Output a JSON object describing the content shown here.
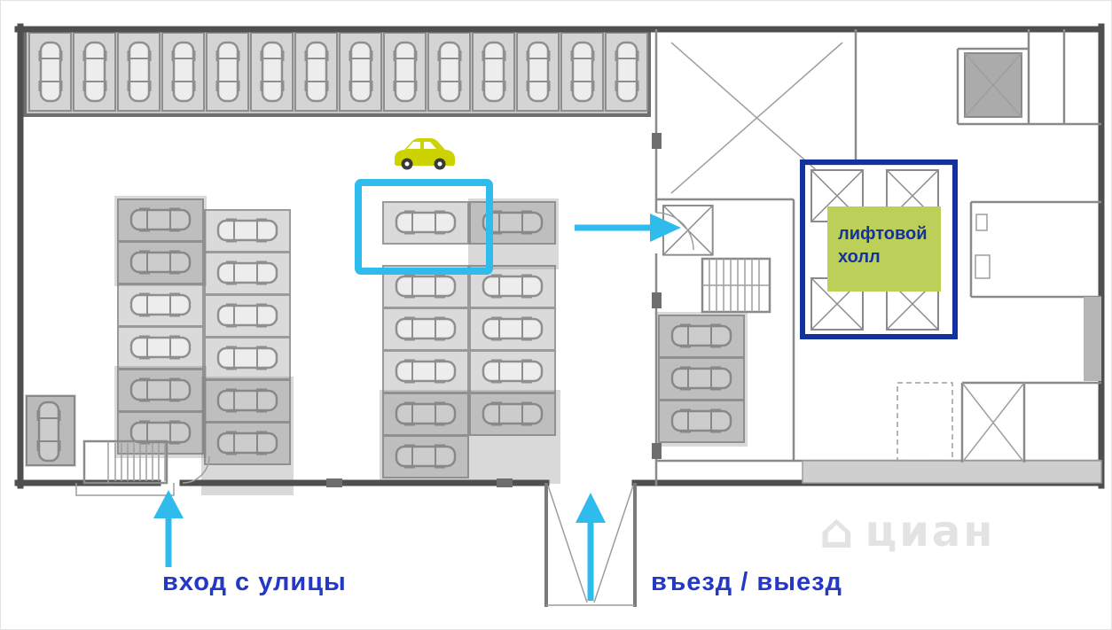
{
  "labels": {
    "elevator_hall": "лифтовой холл",
    "street_entrance": "вход с улицы",
    "vehicle_gate": "въезд / выезд",
    "watermark": "циан"
  },
  "colors": {
    "highlight_cyan": "#2fbcec",
    "outline_navy": "#14329e",
    "elevator_label_bg": "#bccf58",
    "label_text_blue": "#2438c8",
    "car_icon_yellow": "#ccd300",
    "watermark_gray": "#e3e3e3"
  },
  "icons": {
    "highlighted_car": "car-icon",
    "direction_to_elevator": "arrow-right-icon",
    "street_entrance_arrow": "arrow-up-icon",
    "ramp_arrow": "arrow-up-icon",
    "watermark_logo": "house-icon"
  }
}
